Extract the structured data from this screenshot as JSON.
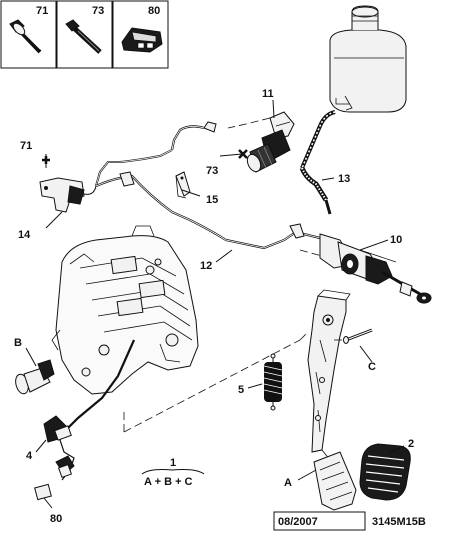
{
  "legend_boxes": [
    {
      "ref": "71"
    },
    {
      "ref": "73"
    },
    {
      "ref": "80"
    }
  ],
  "callouts": {
    "c11": "11",
    "c13": "13",
    "c71": "71",
    "c73": "73",
    "c14": "14",
    "c15": "15",
    "c10": "10",
    "c12": "12",
    "cB": "B",
    "cC": "C",
    "c5": "5",
    "c2": "2",
    "c4": "4",
    "cA": "A",
    "c80": "80"
  },
  "formula": {
    "ref": "1",
    "expr": "A + B + C"
  },
  "footer": {
    "date_code": "08/2007",
    "drawing_ref": "3145M15B"
  }
}
